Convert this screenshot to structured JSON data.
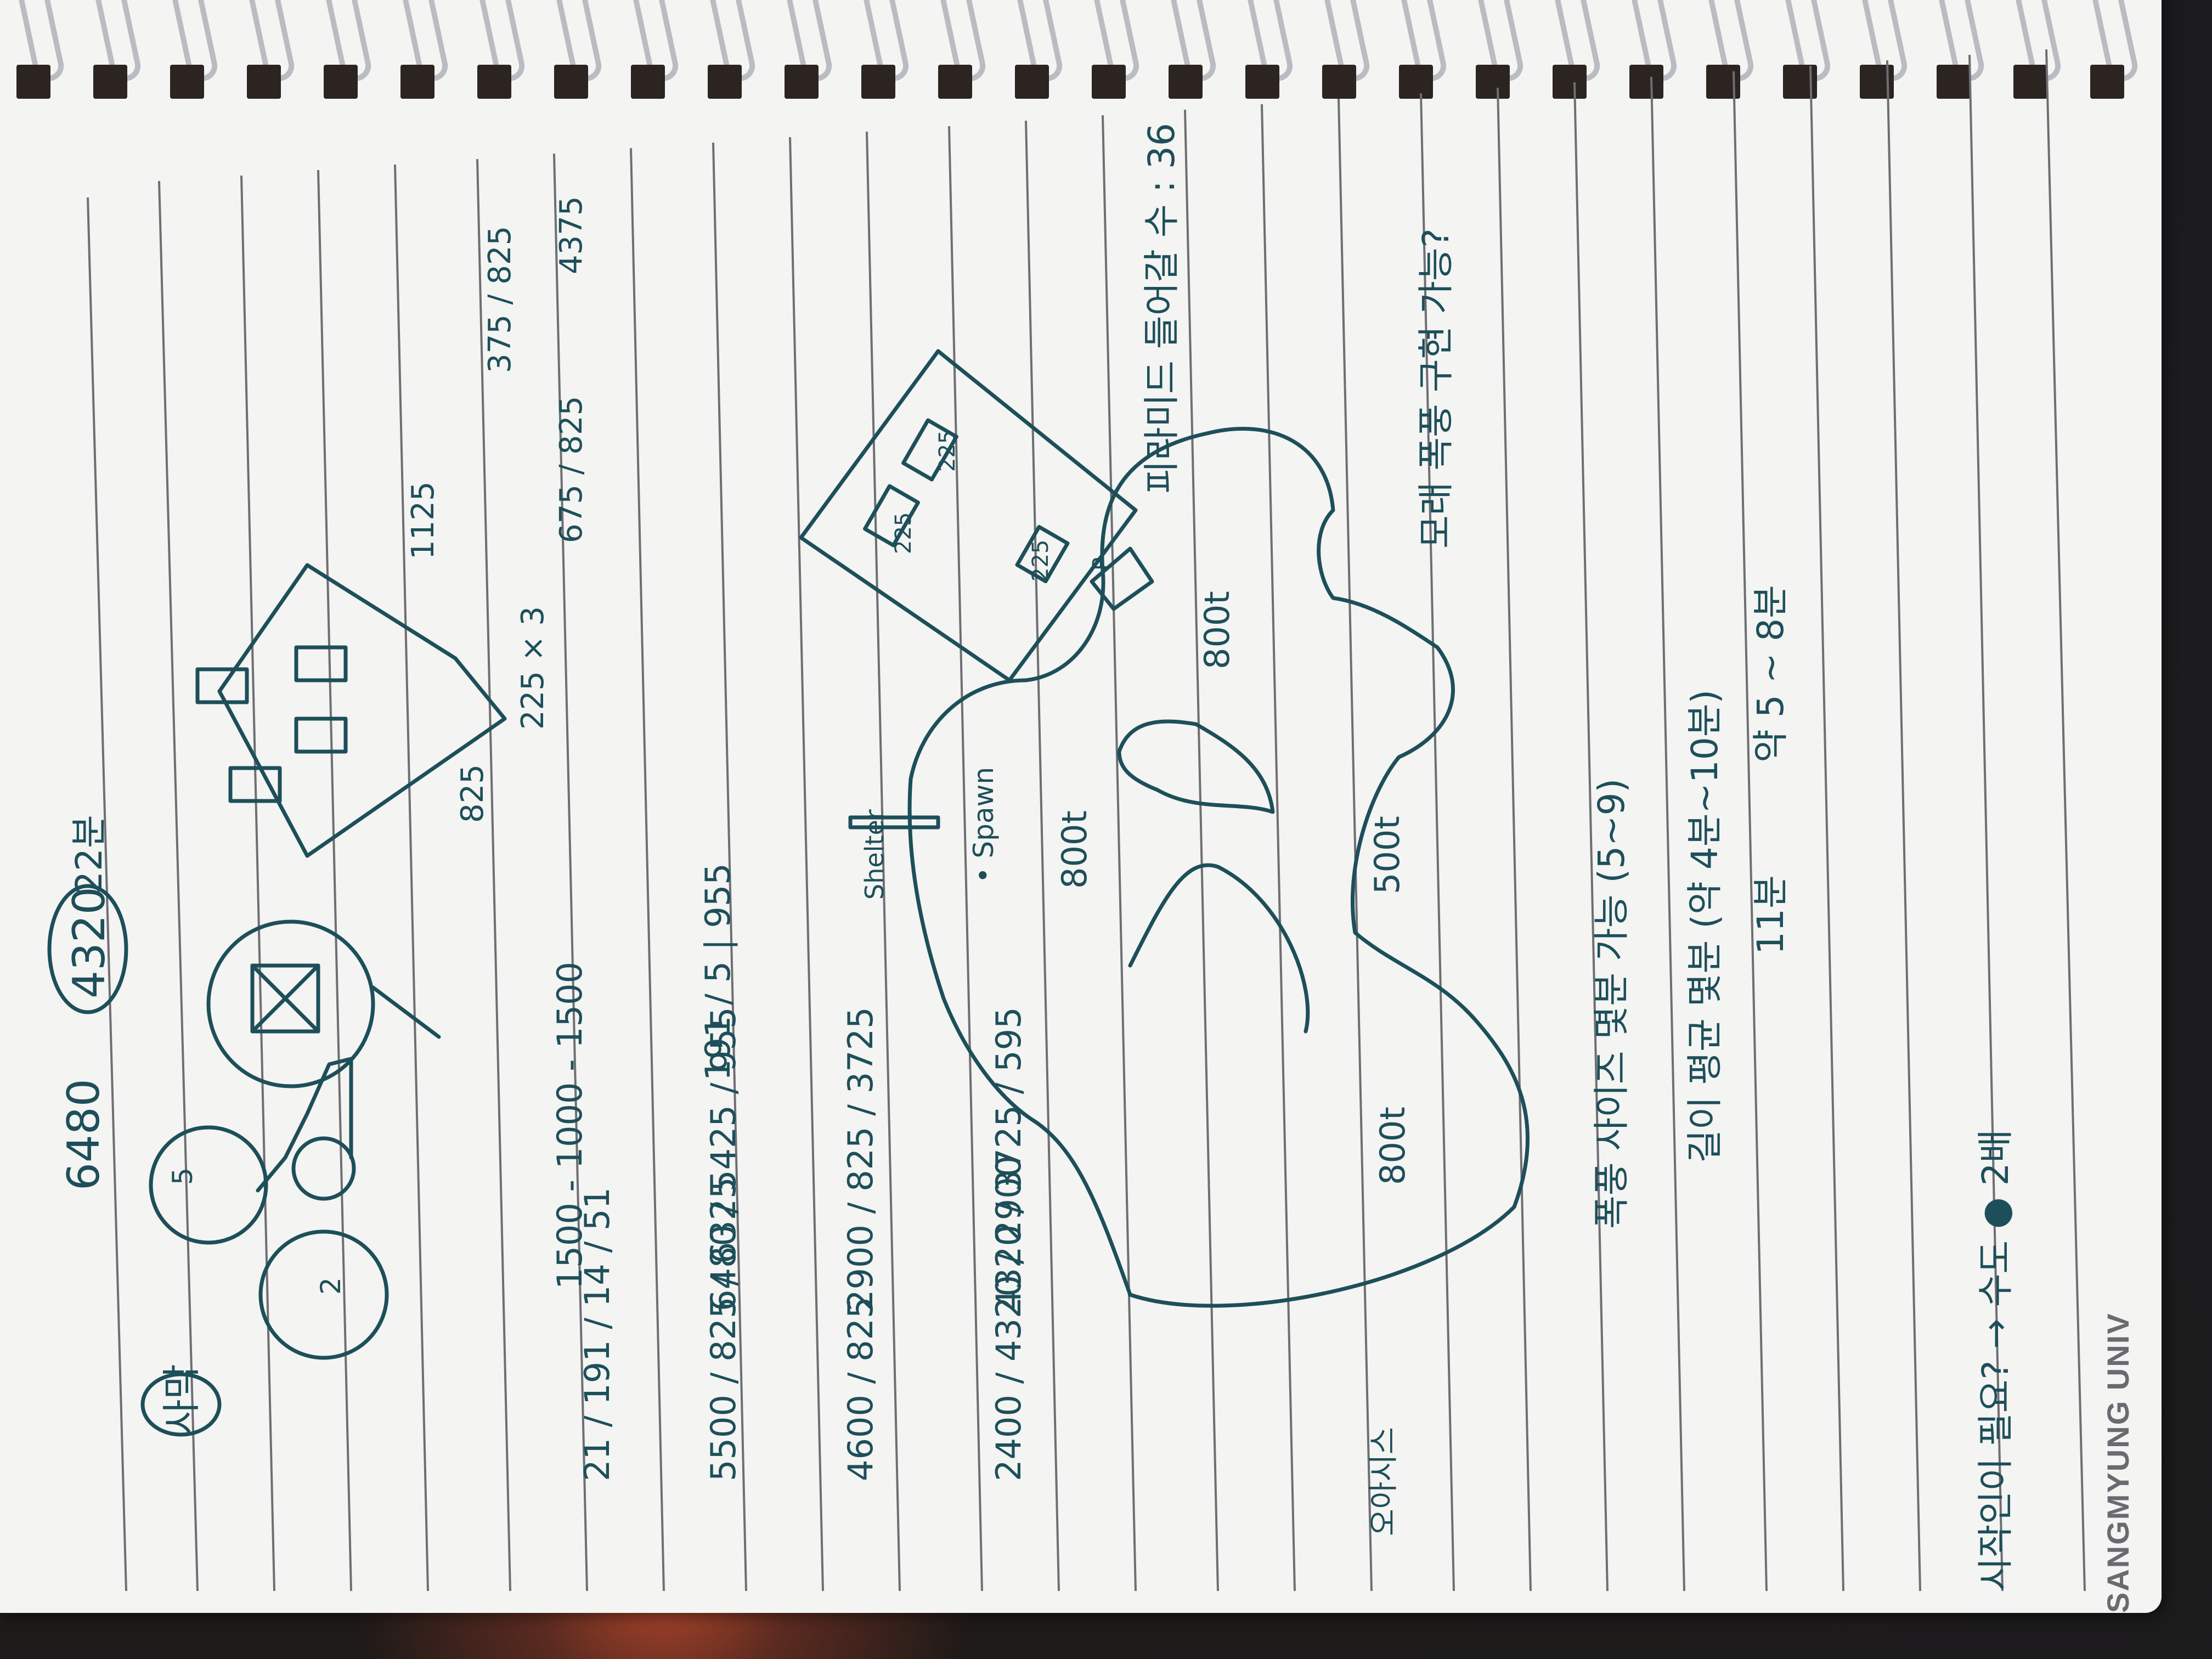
{
  "photo": {
    "subject": "",
    "brand_footer": "SANGMYUNG UNIV",
    "ink_color": "#1d4f5a",
    "paper_color": "#f4f4f2"
  },
  "notes": {
    "header_left": "사막",
    "header_num1": "6480",
    "header_num2": "4320",
    "header_suffix": "22분",
    "calc_1": "21 / 191 / 14 / 51",
    "calc_2": "5500 / 825 / 6325",
    "calc_3": "4600 / 825",
    "calc_4": "2400 / 4320 / 2900",
    "calc_5": "2900 / 825 / 3725",
    "calc_6": "4320 / 3725 / 595",
    "calc_7": "6480 / 5425 / 955",
    "calc_8": "1500 - 1000 - 1500",
    "calc_9": "191 / 5 | 955",
    "calc_10": "825",
    "calc_11": "225 × 3",
    "calc_12": "675 / 825",
    "calc_13": "1125",
    "calc_14": "4375",
    "calc_15": "375 / 825",
    "label_shelter": "Shelter",
    "label_spawn": "• Spawn",
    "label_800_a": "800t",
    "label_500": "500t",
    "label_800_b": "800t",
    "label_800_c": "800t",
    "label_225_a": "225",
    "label_225_b": "225",
    "label_225_c": "225",
    "label_p": "P",
    "label_oasis": "오아시스",
    "label_pyramid": "피라미드 들어갈 수 : 36",
    "label_sand": "모래 폭풍 구현 가능?",
    "line_1": "폭풍 사이즈 몇분 가능 (5~9)",
    "line_2": "길이 평균 몇분 (약 4분~10분)",
    "line_3": "11분",
    "line_4": "약 5 ~ 8분",
    "line_5": "시작인이 필요? → 수도 ● 2배"
  }
}
